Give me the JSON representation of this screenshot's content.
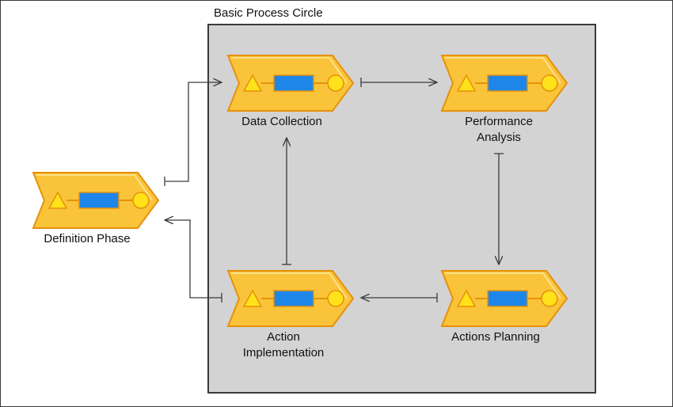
{
  "container": {
    "title": "Basic Process Circle"
  },
  "processes": {
    "definition": {
      "label": "Definition Phase"
    },
    "data_collection": {
      "label": "Data Collection"
    },
    "performance_analysis": {
      "label_line1": "Performance",
      "label_line2": "Analysis"
    },
    "action_implementation": {
      "label_line1": "Action",
      "label_line2": "Implementation"
    },
    "actions_planning": {
      "label": "Actions Planning"
    }
  },
  "colors": {
    "chevron_fill": "#f9c43a",
    "chevron_stroke": "#e8900a",
    "triangle_fill": "#ffe21a",
    "rect_fill": "#1e86e8",
    "circle_fill": "#ffe21a",
    "connector": "#3a3a3a"
  },
  "icons": [
    "process-chevron-icon",
    "event-triangle-icon",
    "function-rect-icon",
    "state-circle-icon"
  ]
}
